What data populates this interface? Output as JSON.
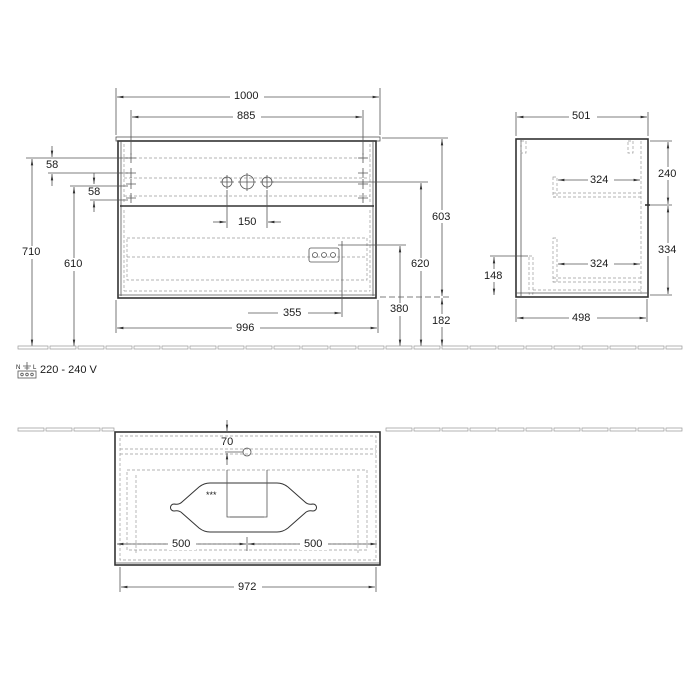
{
  "front_view": {
    "width_total": "1000",
    "width_inner": "885",
    "width_bottom": "996",
    "tap_spacing": "150",
    "socket_offset": "355",
    "drill_spacing_top": "58",
    "drill_spacing_bottom": "58",
    "height_to_top": "710",
    "height_to_drill": "610",
    "body_height": "603",
    "height_socket_620": "620",
    "height_socket_380": "380",
    "floor_clearance": "182"
  },
  "side_view": {
    "depth_top": "501",
    "depth_bottom": "498",
    "drawer_top_depth": "324",
    "drawer_bottom_depth": "324",
    "upper_height": "240",
    "lower_height": "334",
    "siphon_height": "148"
  },
  "electrical": {
    "icon": "socket-icon",
    "voltage": "220 - 240 V"
  },
  "top_view": {
    "tap_offset": "70",
    "left_half": "500",
    "right_half": "500",
    "total_width": "972",
    "basin_mark": "***"
  }
}
